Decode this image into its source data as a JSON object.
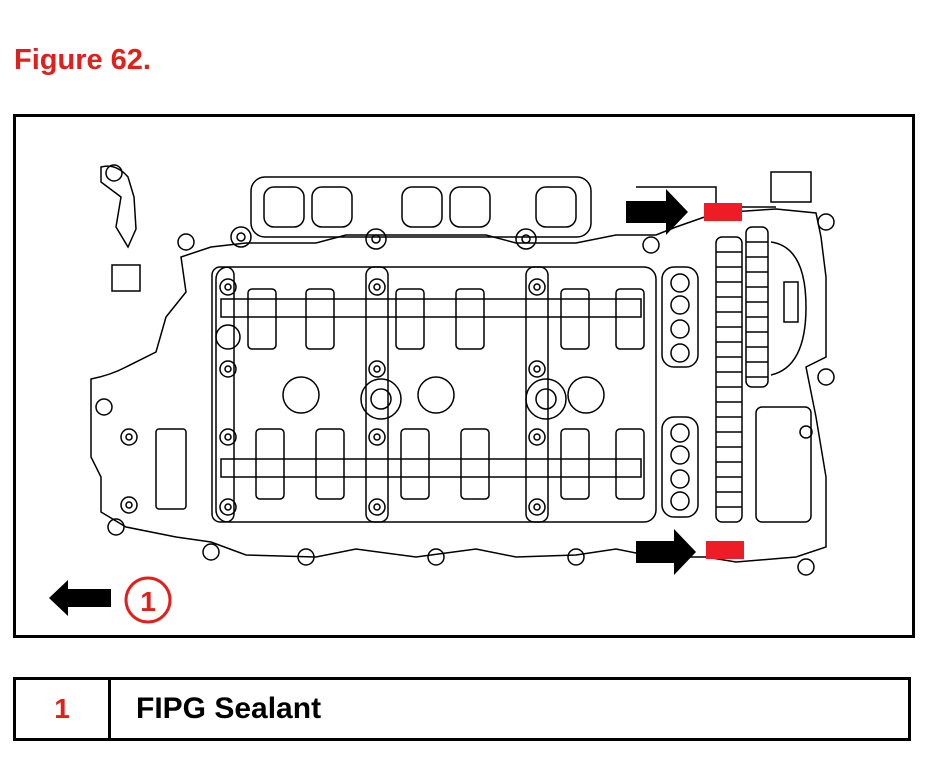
{
  "figure": {
    "title": "Figure 62."
  },
  "diagram": {
    "callout_number": "1",
    "colors": {
      "sealant": "#ee1c24",
      "callout": "#e0201b",
      "arrow": "#000000"
    }
  },
  "legend": [
    {
      "number": "1",
      "description": "FIPG Sealant"
    }
  ]
}
